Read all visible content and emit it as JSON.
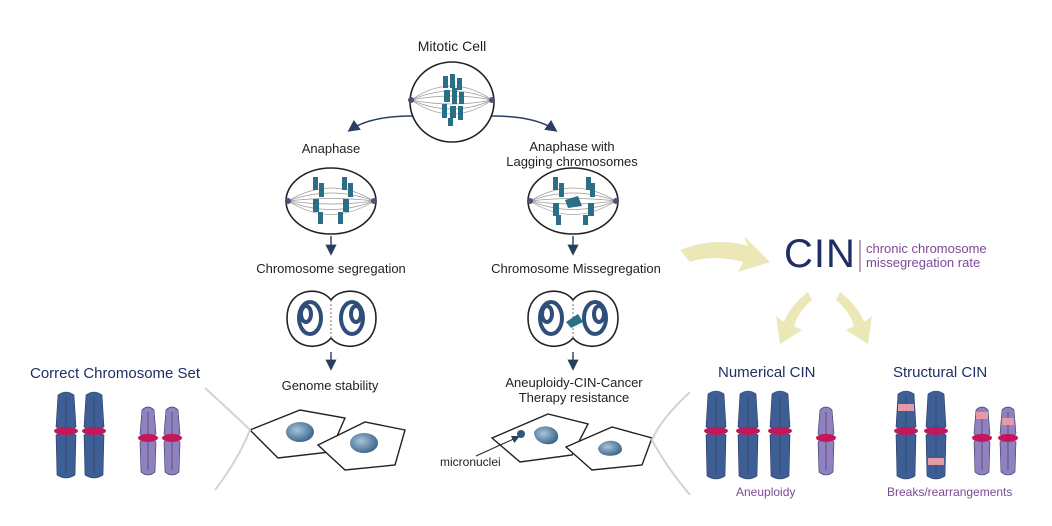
{
  "labels": {
    "mitotic_cell": "Mitotic Cell",
    "anaphase": "Anaphase",
    "anaphase_lagging_1": "Anaphase with",
    "anaphase_lagging_2": "Lagging chromosomes",
    "chromosome_segregation": "Chromosome segregation",
    "chromosome_missegregation": "Chromosome Missegregation",
    "genome_stability": "Genome stability",
    "outcome_1": "Aneuploidy-CIN-Cancer",
    "outcome_2": "Therapy resistance",
    "micronuclei": "micronuclei",
    "cin": "CIN",
    "cin_def_1": "chronic chromosome",
    "cin_def_2": "missegregation rate",
    "correct_set": "Correct Chromosome Set",
    "numerical_cin": "Numerical CIN",
    "structural_cin": "Structural CIN",
    "aneuploidy": "Aneuploidy",
    "breaks": "Breaks/rearrangements"
  },
  "colors": {
    "chromosome_blue": "#3d5f95",
    "chromosome_purple": "#9281bf",
    "centromere": "#c2185b",
    "teal_chromatin": "#2b6f86",
    "arrow_navy": "#2a3f5f",
    "cin_arrow": "#ece7b6",
    "label_navy": "#1f2f66",
    "label_purple": "#7c4a95",
    "break_pink": "#e59aa8"
  }
}
